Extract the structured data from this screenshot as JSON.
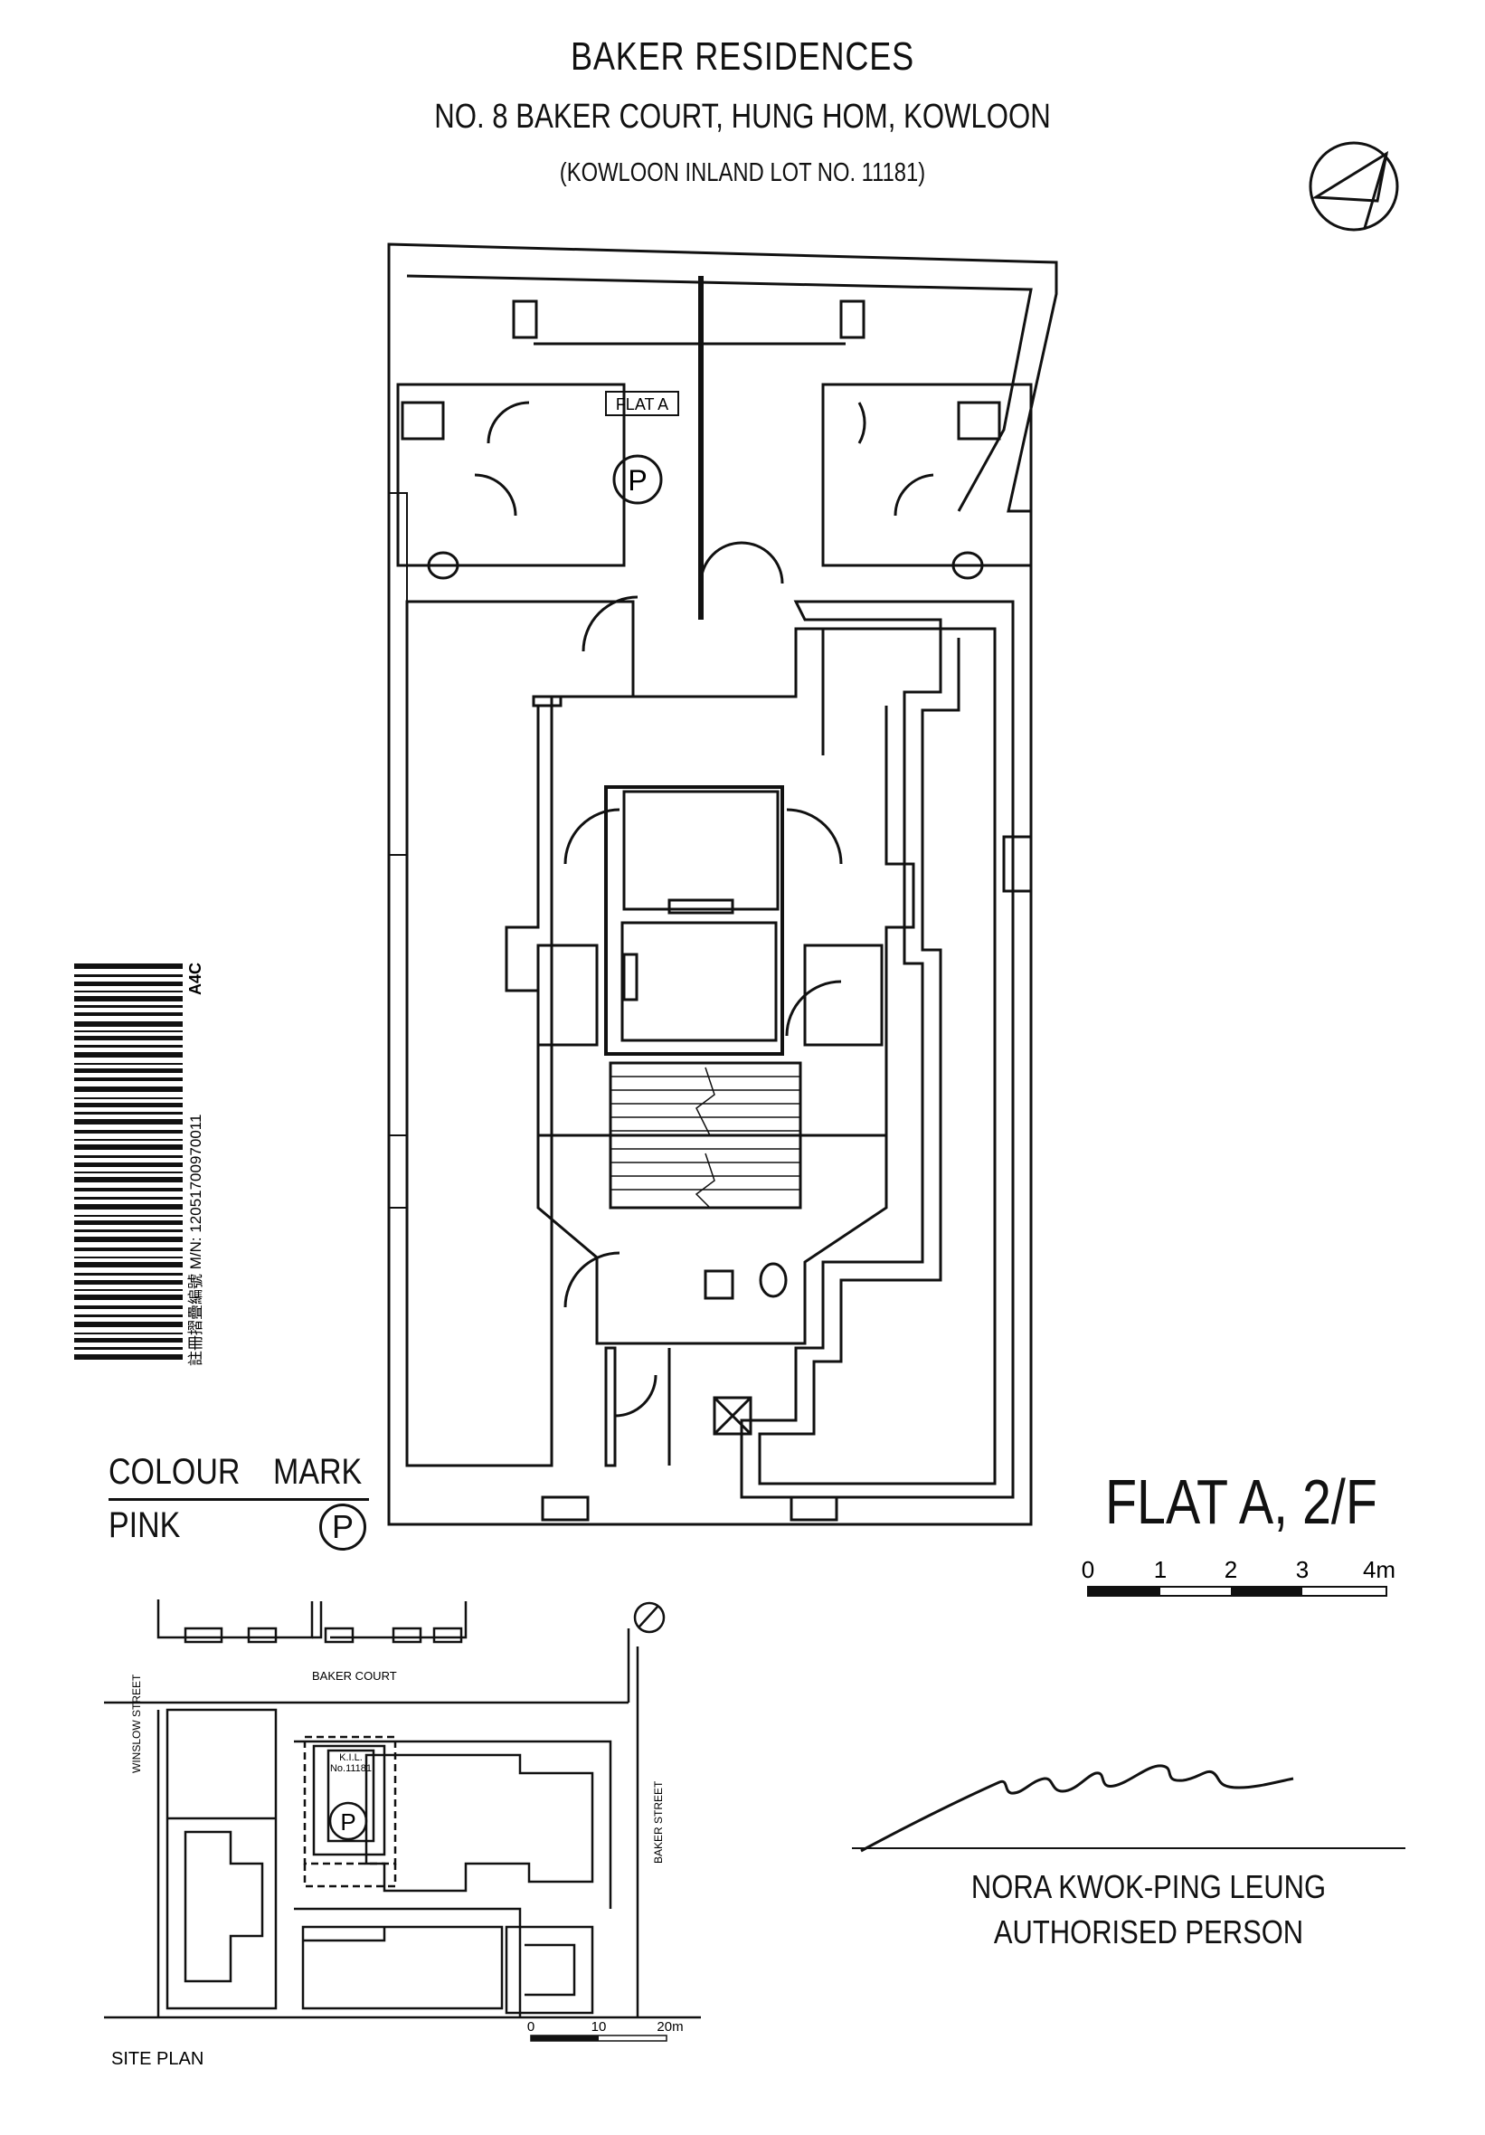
{
  "header": {
    "project_name": "BAKER RESIDENCES",
    "address": "NO. 8 BAKER COURT, HUNG HOM, KOWLOON",
    "lot": "(KOWLOON INLAND LOT NO. 11181)"
  },
  "plan": {
    "flat_tag": "FLAT A",
    "colour_mark_symbol": "P",
    "flat_title": "FLAT A, 2/F",
    "scale_labels": [
      "0",
      "1",
      "2",
      "3",
      "4m"
    ]
  },
  "legend": {
    "heading_left": "COLOUR",
    "heading_right": "MARK",
    "row_colour": "PINK",
    "row_mark": "P"
  },
  "side_label": {
    "barcode_text": "註冊摺疊編號 M/N: 12051700970011",
    "code": "A4C"
  },
  "site_plan": {
    "title": "SITE PLAN",
    "street_top": "BAKER COURT",
    "street_left": "WINSLOW STREET",
    "street_right": "BAKER STREET",
    "lot_label_1": "K.I.L.",
    "lot_label_2": "No.11181",
    "mark": "P",
    "scale_labels": [
      "0",
      "10",
      "20m"
    ]
  },
  "signature": {
    "name": "NORA KWOK-PING LEUNG",
    "role": "AUTHORISED PERSON"
  }
}
